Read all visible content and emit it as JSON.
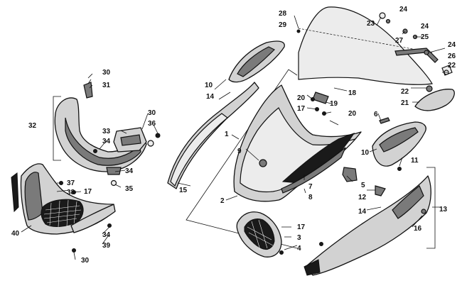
{
  "callouts": [
    {
      "id": "c30a",
      "text": "30"
    },
    {
      "id": "c31",
      "text": "31"
    },
    {
      "id": "c32",
      "text": "32"
    },
    {
      "id": "c30b",
      "text": "30"
    },
    {
      "id": "c36",
      "text": "36"
    },
    {
      "id": "c33",
      "text": "33"
    },
    {
      "id": "c34a",
      "text": "34"
    },
    {
      "id": "c34b",
      "text": "34"
    },
    {
      "id": "c35",
      "text": "35"
    },
    {
      "id": "c37",
      "text": "37"
    },
    {
      "id": "c38",
      "text": "38"
    },
    {
      "id": "c17a",
      "text": "17"
    },
    {
      "id": "c40",
      "text": "40"
    },
    {
      "id": "c34c",
      "text": "34"
    },
    {
      "id": "c39",
      "text": "39"
    },
    {
      "id": "c30c",
      "text": "30"
    },
    {
      "id": "c10a",
      "text": "10"
    },
    {
      "id": "c14a",
      "text": "14"
    },
    {
      "id": "c1",
      "text": "1"
    },
    {
      "id": "c9",
      "text": "9"
    },
    {
      "id": "c15",
      "text": "15"
    },
    {
      "id": "c2",
      "text": "2"
    },
    {
      "id": "c28",
      "text": "28"
    },
    {
      "id": "c29",
      "text": "29"
    },
    {
      "id": "c24a",
      "text": "24"
    },
    {
      "id": "c23",
      "text": "23"
    },
    {
      "id": "c24b",
      "text": "24"
    },
    {
      "id": "c25",
      "text": "25"
    },
    {
      "id": "c27",
      "text": "27"
    },
    {
      "id": "c24c",
      "text": "24"
    },
    {
      "id": "c26",
      "text": "26"
    },
    {
      "id": "c22a",
      "text": "22"
    },
    {
      "id": "c22b",
      "text": "22"
    },
    {
      "id": "c21",
      "text": "21"
    },
    {
      "id": "c18",
      "text": "18"
    },
    {
      "id": "c20a",
      "text": "20"
    },
    {
      "id": "c19",
      "text": "19"
    },
    {
      "id": "c17b",
      "text": "17"
    },
    {
      "id": "c20b",
      "text": "20"
    },
    {
      "id": "c6",
      "text": "6"
    },
    {
      "id": "c10b",
      "text": "10"
    },
    {
      "id": "c11",
      "text": "11"
    },
    {
      "id": "c7",
      "text": "7"
    },
    {
      "id": "c8",
      "text": "8"
    },
    {
      "id": "c5",
      "text": "5"
    },
    {
      "id": "c12",
      "text": "12"
    },
    {
      "id": "c14b",
      "text": "14"
    },
    {
      "id": "c13",
      "text": "13"
    },
    {
      "id": "c16",
      "text": "16"
    },
    {
      "id": "c17c",
      "text": "17"
    },
    {
      "id": "c3",
      "text": "3"
    },
    {
      "id": "c4",
      "text": "4"
    }
  ]
}
